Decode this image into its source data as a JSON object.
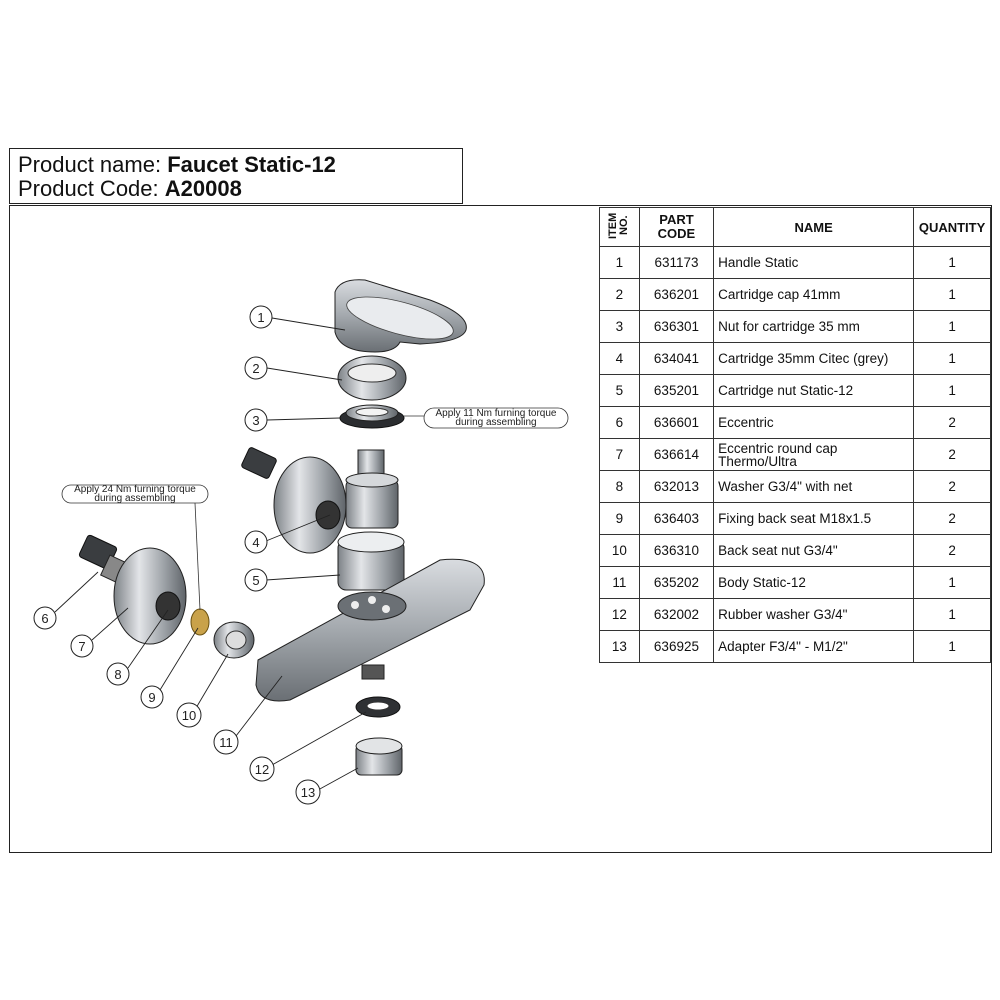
{
  "header": {
    "name_label": "Product name: ",
    "name_value": "Faucet Static-12",
    "code_label": "Product Code: ",
    "code_value": "A20008"
  },
  "table": {
    "headers": {
      "item": "ITEM NO.",
      "code_line1": "PART",
      "code_line2": "CODE",
      "name": "NAME",
      "quantity": "QUANTITY"
    },
    "rows": [
      {
        "item": "1",
        "code": "631173",
        "name": "Handle Static",
        "qty": "1"
      },
      {
        "item": "2",
        "code": "636201",
        "name": "Cartridge cap 41mm",
        "qty": "1"
      },
      {
        "item": "3",
        "code": "636301",
        "name": "Nut for cartridge 35 mm",
        "qty": "1"
      },
      {
        "item": "4",
        "code": "634041",
        "name": "Cartridge 35mm Citec (grey)",
        "qty": "1"
      },
      {
        "item": "5",
        "code": "635201",
        "name": "Cartridge nut Static-12",
        "qty": "1"
      },
      {
        "item": "6",
        "code": "636601",
        "name": "Eccentric",
        "qty": "2"
      },
      {
        "item": "7",
        "code": "636614",
        "name": "Eccentric round cap Thermo/Ultra",
        "qty": "2"
      },
      {
        "item": "8",
        "code": "632013",
        "name": "Washer G3/4\" with net",
        "qty": "2"
      },
      {
        "item": "9",
        "code": "636403",
        "name": "Fixing back seat M18x1.5",
        "qty": "2"
      },
      {
        "item": "10",
        "code": "636310",
        "name": "Back seat nut G3/4\"",
        "qty": "2"
      },
      {
        "item": "11",
        "code": "635202",
        "name": "Body Static-12",
        "qty": "1"
      },
      {
        "item": "12",
        "code": "632002",
        "name": "Rubber washer G3/4\"",
        "qty": "1"
      },
      {
        "item": "13",
        "code": "636925",
        "name": "Adapter F3/4\" - M1/2\"",
        "qty": "1"
      }
    ]
  },
  "diagram": {
    "callout_torque_11_line1": "Apply 11 Nm furning torque",
    "callout_torque_11_line2": "during assembling",
    "callout_torque_24_line1": "Apply 24 Nm furning torque",
    "callout_torque_24_line2": "during assembling",
    "balloons": [
      "1",
      "2",
      "3",
      "4",
      "5",
      "6",
      "7",
      "8",
      "9",
      "10",
      "11",
      "12",
      "13"
    ],
    "colors": {
      "chrome": "#b9bcc0",
      "dark_chrome": "#6e7378",
      "brass": "#c9a24a",
      "line": "#222222"
    }
  }
}
